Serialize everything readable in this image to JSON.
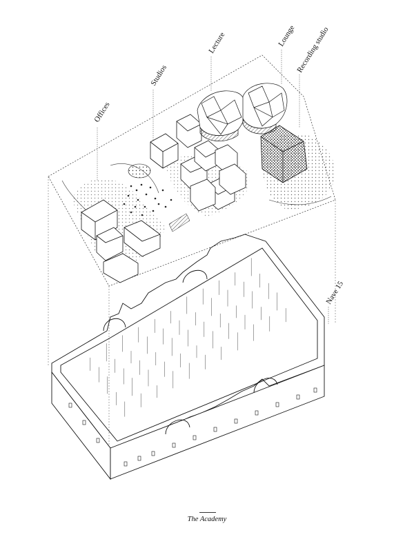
{
  "labels": {
    "offices": "Offices",
    "studios": "Studios",
    "lecture": "Lecture",
    "lounge": "Lounge",
    "recording": "Recording studio",
    "nave": "Nave 15"
  },
  "caption": "The Academy"
}
